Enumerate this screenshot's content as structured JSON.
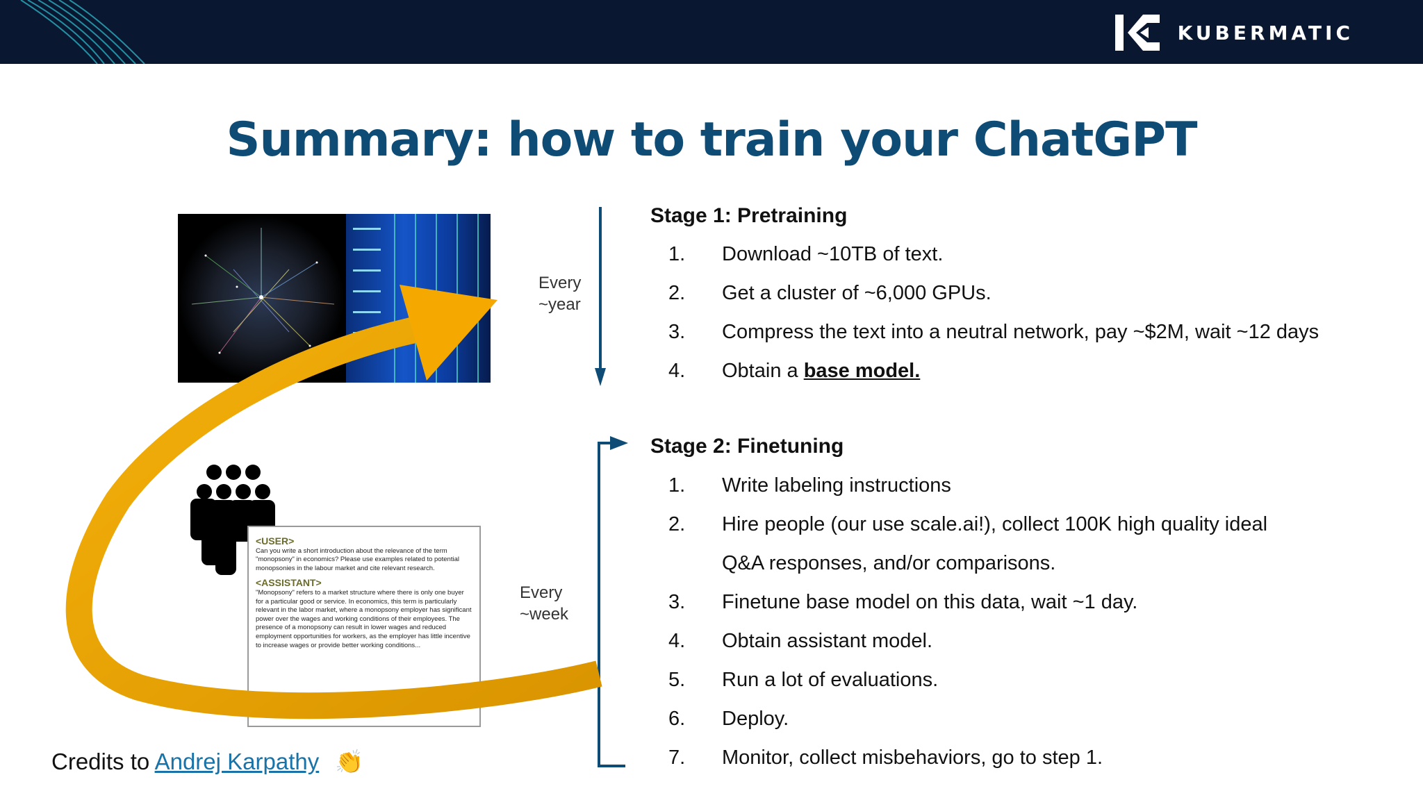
{
  "brand": {
    "name": "KUBERMATIC"
  },
  "title": "Summary: how to train your ChatGPT",
  "timeline": {
    "year_label_1": "Every",
    "year_label_2": "~year",
    "week_label_1": "Every",
    "week_label_2": "~week"
  },
  "stage1": {
    "heading": "Stage 1: Pretraining",
    "items": [
      {
        "num": "1.",
        "text": "Download ~10TB of text."
      },
      {
        "num": "2.",
        "text": "Get a cluster of ~6,000 GPUs."
      },
      {
        "num": "3.",
        "text": "Compress the text into a neutral network, pay ~$2M, wait ~12 days"
      },
      {
        "num": "4.",
        "prefix": "Obtain a ",
        "link": "base model."
      }
    ]
  },
  "stage2": {
    "heading": "Stage 2: Finetuning",
    "items": [
      {
        "num": "1.",
        "text": "Write labeling instructions"
      },
      {
        "num": "2.",
        "text": "Hire people (our use scale.ai!), collect 100K high quality ideal"
      },
      {
        "num": "",
        "text": "Q&A responses, and/or comparisons."
      },
      {
        "num": "3.",
        "text": "Finetune base model on this data, wait ~1 day."
      },
      {
        "num": "4.",
        "text": "Obtain assistant model."
      },
      {
        "num": "5.",
        "text": "Run a lot of evaluations."
      },
      {
        "num": "6.",
        "text": "Deploy."
      },
      {
        "num": "7.",
        "text": "Monitor, collect misbehaviors, go to step 1."
      }
    ]
  },
  "doc": {
    "user_tag": "<USER>",
    "user_text": "Can you write a short introduction about the relevance of the term \"monopsony\" in economics? Please use examples related to potential monopsonies in the labour market and cite relevant research.",
    "assistant_tag": "<ASSISTANT>",
    "assistant_text": "\"Monopsony\" refers to a market structure where there is only one buyer for a particular good or service. In economics, this term is particularly relevant in the labor market, where a monopsony employer has significant power over the wages and working conditions of their employees. The presence of a monopsony can result in lower wages and reduced employment opportunities for workers, as the employer has little incentive to increase wages or provide better working conditions..."
  },
  "credits": {
    "prefix": "Credits to ",
    "link": "Andrej Karpathy",
    "emoji": "👏"
  },
  "colors": {
    "header_bg": "#0a1730",
    "title": "#0f4c75",
    "arrow": "#f0a500",
    "timeline": "#0f4c75"
  }
}
